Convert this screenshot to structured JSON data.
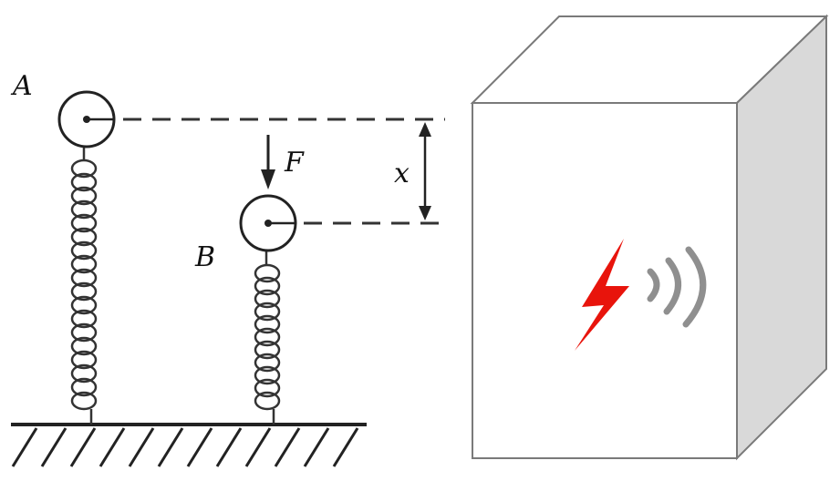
{
  "spring_diagram": {
    "label_a": "A",
    "label_b": "B",
    "label_force": "F",
    "label_displacement": "x"
  },
  "device_box": {
    "icons": [
      "lightning-bolt-icon",
      "wireless-signal-icon"
    ],
    "colors": {
      "bolt": "#e8140c",
      "box_front": "#ffffff",
      "box_side": "#d9d9d9",
      "box_outline": "#7a7a7a",
      "signal_arcs": "#8f8f8f"
    }
  }
}
